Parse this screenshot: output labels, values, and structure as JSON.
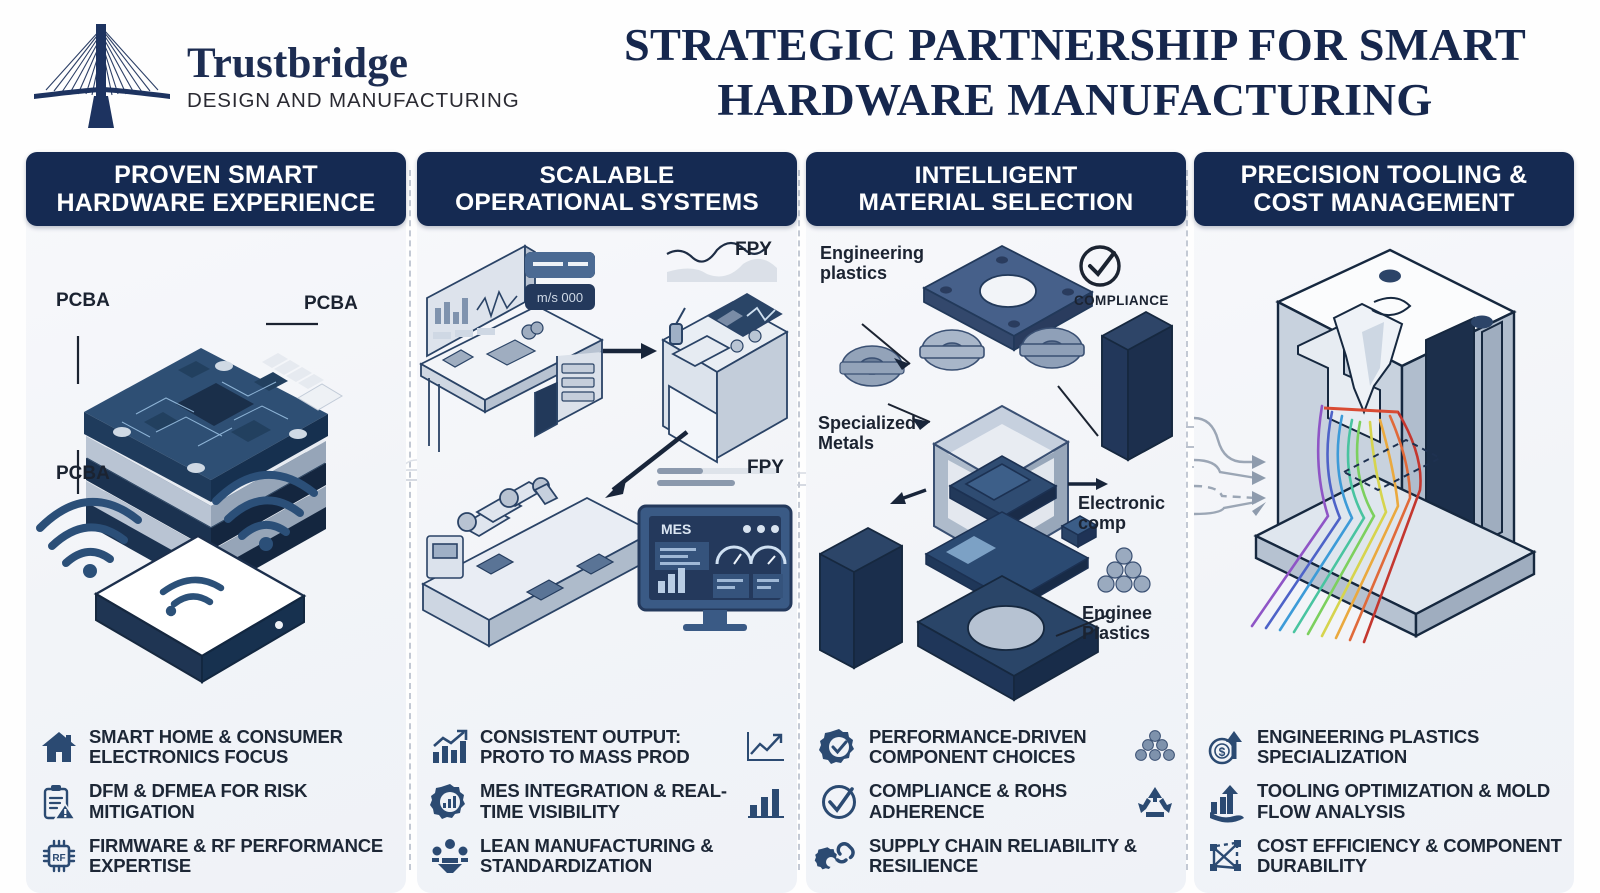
{
  "brand": {
    "logo_icon": "bridge-icon",
    "name": "Trustbridge",
    "tagline": "DESIGN AND MANUFACTURING"
  },
  "headline": "STRATEGIC PARTNERSHIP FOR SMART HARDWARE MANUFACTURING",
  "colors": {
    "navy_header": "#152a52",
    "title_navy": "#16274d",
    "panel_bg": "#f3f5f9",
    "icon_blue": "#2b4a72",
    "text_dark": "#1d2736",
    "divider": "#c3c9d4"
  },
  "columns": [
    {
      "title": "PROVEN SMART\nHARDWARE EXPERIENCE",
      "title_l1": "PROVEN SMART",
      "title_l2": "HARDWARE EXPERIENCE",
      "art_labels": [
        {
          "text": "PCBA",
          "name": "pcba-label-top-left"
        },
        {
          "text": "PCBA",
          "name": "pcba-label-top-right"
        },
        {
          "text": "PCBA",
          "name": "pcba-label-bottom-left"
        }
      ],
      "art_name": "pcba-stack-and-smart-hub-illustration",
      "bullets": [
        {
          "icon": "home-icon",
          "text": "SMART HOME & CONSUMER ELECTRONICS FOCUS",
          "trail_icon": ""
        },
        {
          "icon": "clipboard-warning-icon",
          "text": "DFM & DFMEA FOR RISK MITIGATION",
          "trail_icon": ""
        },
        {
          "icon": "rf-chip-icon",
          "text": "FIRMWARE & RF PERFORMANCE EXPERTISE",
          "trail_icon": ""
        }
      ]
    },
    {
      "title_l1": "SCALABLE",
      "title_l2": "OPERATIONAL SYSTEMS",
      "art_labels": [
        {
          "text": "FPY",
          "name": "fpy-label-top"
        },
        {
          "text": "FPY",
          "name": "fpy-label-bottom"
        },
        {
          "text": "MES",
          "name": "mes-dashboard-label"
        }
      ],
      "art_name": "workbench-terminal-robot-line-illustration",
      "bullets": [
        {
          "icon": "growth-bar-chart-icon",
          "text": "CONSISTENT OUTPUT: PROTO TO MASS PROD",
          "trail_icon": "line-chart-icon"
        },
        {
          "icon": "gear-analytics-icon",
          "text": "MES INTEGRATION & REAL-TIME VISIBILITY",
          "trail_icon": "bar-chart-icon"
        },
        {
          "icon": "team-funnel-icon",
          "text": "LEAN MANUFACTURING & STANDARDIZATION",
          "trail_icon": ""
        }
      ]
    },
    {
      "title_l1": "INTELLIGENT",
      "title_l2": "MATERIAL SELECTION",
      "art_labels": [
        {
          "text": "Engineering\nplastics",
          "name": "engineering-plastics-label"
        },
        {
          "text": "Specialized\nMetals",
          "name": "specialized-metals-label"
        },
        {
          "text": "Electronic\ncomp",
          "name": "electronic-comp-label"
        },
        {
          "text": "Enginee\nPlastics",
          "name": "engineering-plastics-label-bottom"
        },
        {
          "text": "COMPLIANCE",
          "name": "compliance-badge-label"
        }
      ],
      "art_name": "exploded-assembly-materials-illustration",
      "bullets": [
        {
          "icon": "gear-check-icon",
          "text": "PERFORMANCE-DRIVEN COMPONENT CHOICES",
          "trail_icon": "pellet-stack-icon"
        },
        {
          "icon": "check-circle-icon",
          "text": "COMPLIANCE & ROHS ADHERENCE",
          "trail_icon": "recycle-icon"
        },
        {
          "icon": "chain-gear-icon",
          "text": "SUPPLY CHAIN RELIABILITY & RESILIENCE",
          "trail_icon": ""
        }
      ]
    },
    {
      "title_l1": "PRECISION TOOLING &",
      "title_l2": "COST MANAGEMENT",
      "art_labels": [],
      "art_name": "injection-mold-flow-analysis-illustration",
      "bullets": [
        {
          "icon": "cost-growth-icon",
          "text": "ENGINEERING PLASTICS SPECIALIZATION",
          "trail_icon": ""
        },
        {
          "icon": "hand-growth-icon",
          "text": "TOOLING OPTIMIZATION & MOLD FLOW ANALYSIS",
          "trail_icon": ""
        },
        {
          "icon": "optimization-graph-icon",
          "text": "COST EFFICIENCY & COMPONENT DURABILITY",
          "trail_icon": ""
        }
      ]
    }
  ]
}
